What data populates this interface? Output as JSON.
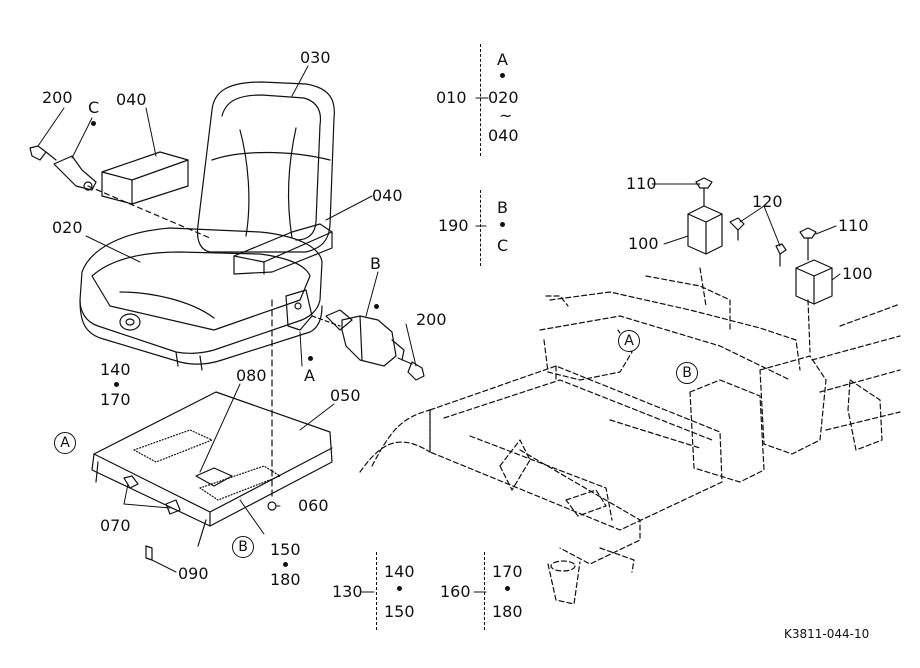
{
  "parts": {
    "p010": "010",
    "p020": "020",
    "p020_range": "020",
    "p030": "030",
    "p040_left": "040",
    "p040_right": "040",
    "p040_range": "040",
    "p050": "050",
    "p060": "060",
    "p070": "070",
    "p080": "080",
    "p090": "090",
    "p100_a": "100",
    "p100_b": "100",
    "p110_a": "110",
    "p110_b": "110",
    "p120": "120",
    "p130": "130",
    "p140_top": "140",
    "p140_group": "140",
    "p150_mid": "150",
    "p150_group": "150",
    "p160": "160",
    "p170_top": "170",
    "p170_group": "170",
    "p180_mid": "180",
    "p180_group": "180",
    "p190": "190",
    "p200_left": "200",
    "p200_right": "200"
  },
  "refs": {
    "a": "A",
    "b": "B",
    "c": "C",
    "tilde": "~"
  },
  "callouts": {
    "a_left": "A",
    "b_left": "B",
    "c_left": "C",
    "a_frame": "A",
    "b_frame": "B",
    "a_seat": "A",
    "b_seat": "B",
    "a_group": "A",
    "b_group": "B",
    "c_group": "C"
  },
  "drawing_id": "K3811-044-10"
}
